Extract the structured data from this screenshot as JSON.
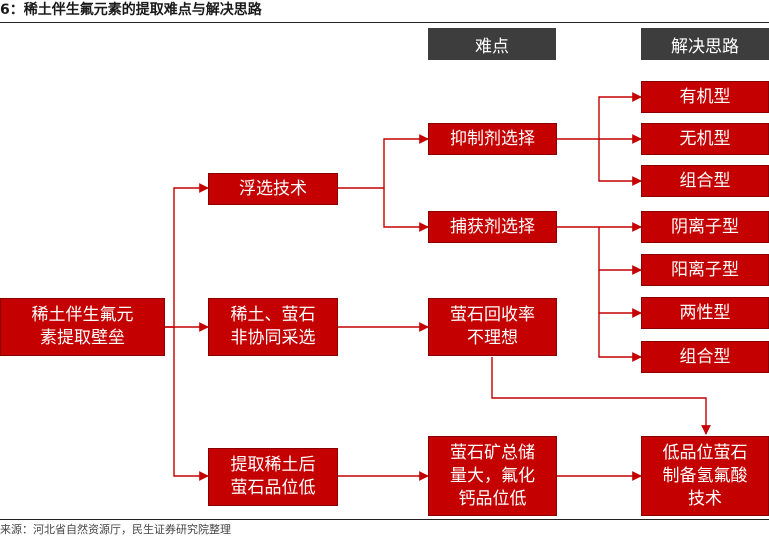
{
  "title": "6：稀土伴生氟元素的提取难点与解决思路",
  "headers": {
    "difficulty": "难点",
    "solution": "解决思路"
  },
  "nodes": {
    "root": [
      "稀土伴生氟元",
      "素提取壁垒"
    ],
    "flotation": [
      "浮选技术"
    ],
    "non_co": [
      "稀土、萤石",
      "非协同采选"
    ],
    "extract_low": [
      "提取稀土后",
      "萤石品位低"
    ],
    "inhibitor": [
      "抑制剂选择"
    ],
    "collector": [
      "捕获剂选择"
    ],
    "recovery": [
      "萤石回收率",
      "不理想"
    ],
    "reserves": [
      "萤石矿总储",
      "量大，氟化",
      "钙品位低"
    ],
    "organic": [
      "有机型"
    ],
    "inorganic": [
      "无机型"
    ],
    "combo1": [
      "组合型"
    ],
    "anionic": [
      "阴离子型"
    ],
    "cationic": [
      "阳离子型"
    ],
    "amphoteric": [
      "两性型"
    ],
    "combo2": [
      "组合型"
    ],
    "hf_tech": [
      "低品位萤石",
      "制备氢氟酸",
      "技术"
    ]
  },
  "source": "来源：河北省自然资源厅，民生证券研究院整理",
  "colors": {
    "box": "#c40000",
    "header": "#3d3d3d",
    "line": "#c40000"
  }
}
